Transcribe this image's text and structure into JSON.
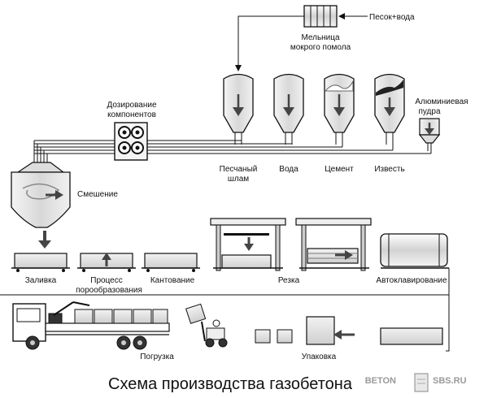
{
  "labels": {
    "sand_water": "Песок+вода",
    "mill_line1": "Мельница",
    "mill_line2": "мокрого помола",
    "dosing_line1": "Дозирование",
    "dosing_line2": "компонентов",
    "aluminum_line1": "Алюминиевая",
    "aluminum_line2": "пудра",
    "sand_slurry_line1": "Песчаный",
    "sand_slurry_line2": "шлам",
    "water": "Вода",
    "cement": "Цемент",
    "lime": "Известь",
    "mixing": "Смешение",
    "pouring": "Заливка",
    "pore_line1": "Процесс",
    "pore_line2": "порообразования",
    "tilting": "Кантование",
    "cutting": "Резка",
    "autoclaving": "Автоклавирование",
    "loading": "Погрузка",
    "packing": "Упаковка"
  },
  "caption": "Схема производства газобетона",
  "logo": {
    "left": "BETON",
    "right": "SBS.RU"
  },
  "colors": {
    "ink": "#111111",
    "arrow": "#555555",
    "fill_light": "#e6e6e6",
    "fill_mid": "#bdbdbd",
    "fill_dark": "#2a2a2a",
    "logo_text": "#9a9a9a"
  }
}
